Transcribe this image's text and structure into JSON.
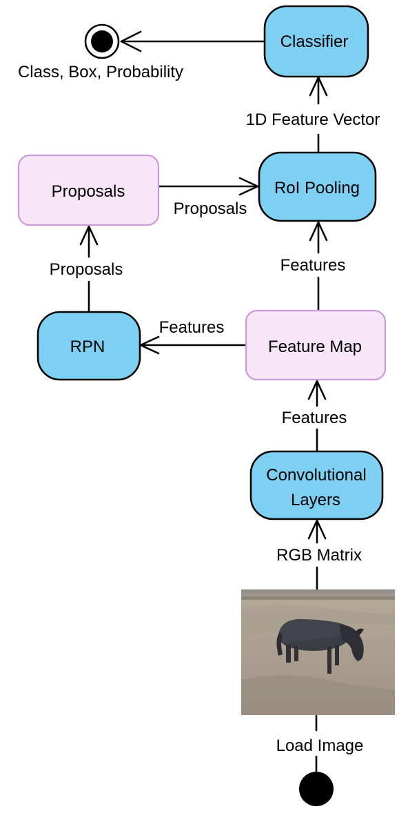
{
  "colors": {
    "action_fill": "#7dd0f2",
    "object_fill": "#f6e6f6",
    "object_stroke": "#cc99dd",
    "stroke": "#000000",
    "background": "#ffffff"
  },
  "nodes": {
    "classifier": "Classifier",
    "roi_pooling": "RoI Pooling",
    "proposals": "Proposals",
    "rpn": "RPN",
    "feature_map": "Feature Map",
    "conv_line1": "Convolutional",
    "conv_line2": "Layers"
  },
  "final_node_label": "Class, Box, Probability",
  "edges": {
    "classifier_to_final": "",
    "roi_to_classifier": "1D Feature Vector",
    "proposals_to_roi": "Proposals",
    "rpn_to_proposals": "Proposals",
    "fmap_to_rpn": "Features",
    "fmap_to_roi": "Features",
    "conv_to_fmap": "Features",
    "image_to_conv": "RGB Matrix",
    "initial_to_image": "Load Image"
  },
  "image": {
    "icon": "wildebeest-photo"
  }
}
